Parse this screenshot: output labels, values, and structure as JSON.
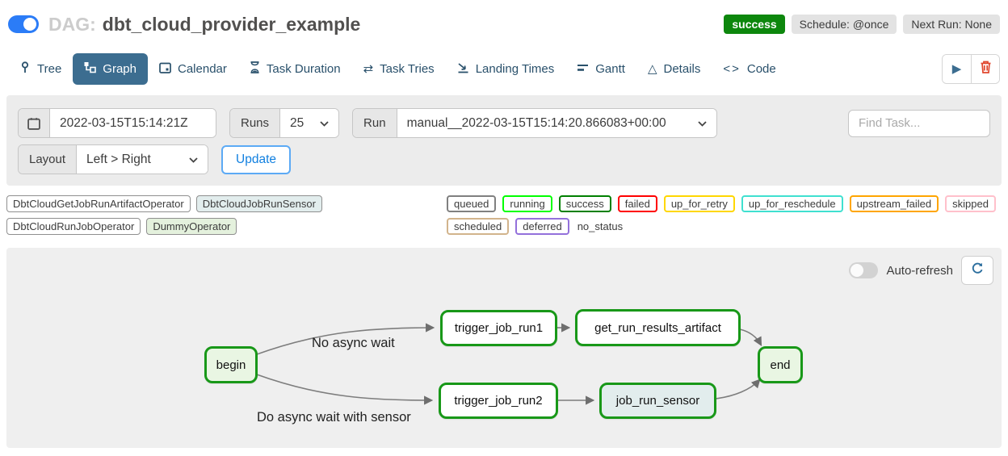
{
  "colors": {
    "accent_blue": "#2b7cf7",
    "active_tab": "#3c6d90",
    "success_green": "#0d870d",
    "node_border_green": "#189818",
    "trash_red": "#e0452c",
    "update_blue": "#1180e0"
  },
  "header": {
    "toggle_state": "on",
    "dag_label": "DAG:",
    "dag_name": "dbt_cloud_provider_example",
    "status_badge": "success",
    "schedule_badge": "Schedule: @once",
    "next_run_badge": "Next Run: None"
  },
  "tabs": [
    {
      "label": "Tree",
      "active": false
    },
    {
      "label": "Graph",
      "active": true
    },
    {
      "label": "Calendar",
      "active": false
    },
    {
      "label": "Task Duration",
      "active": false
    },
    {
      "label": "Task Tries",
      "active": false
    },
    {
      "label": "Landing Times",
      "active": false
    },
    {
      "label": "Gantt",
      "active": false
    },
    {
      "label": "Details",
      "active": false
    },
    {
      "label": "Code",
      "active": false
    }
  ],
  "icons": {
    "play": "▶",
    "task_tries": "⇄",
    "details": "△",
    "code": "<>"
  },
  "filters": {
    "date_value": "2022-03-15T15:14:21Z",
    "runs_label": "Runs",
    "runs_value": "25",
    "run_label": "Run",
    "run_value": "manual__2022-03-15T15:14:20.866083+00:00",
    "find_task_placeholder": "Find Task...",
    "layout_label": "Layout",
    "layout_value": "Left > Right",
    "update_label": "Update"
  },
  "legend": {
    "operators": [
      {
        "label": "DbtCloudGetJobRunArtifactOperator",
        "bg": "#ffffff"
      },
      {
        "label": "DbtCloudJobRunSensor",
        "bg": "#e2eded"
      },
      {
        "label": "DbtCloudRunJobOperator",
        "bg": "#ffffff"
      },
      {
        "label": "DummyOperator",
        "bg": "#e4f1dd"
      }
    ],
    "states": [
      {
        "label": "queued",
        "border": "#808080"
      },
      {
        "label": "running",
        "border": "#00ff00"
      },
      {
        "label": "success",
        "border": "#008000"
      },
      {
        "label": "failed",
        "border": "#ff0000"
      },
      {
        "label": "up_for_retry",
        "border": "#ffd700"
      },
      {
        "label": "up_for_reschedule",
        "border": "#40e0d0"
      },
      {
        "label": "upstream_failed",
        "border": "#ffa500"
      },
      {
        "label": "skipped",
        "border": "#ffc0cb"
      },
      {
        "label": "scheduled",
        "border": "#d2b48c"
      },
      {
        "label": "deferred",
        "border": "#9370db"
      },
      {
        "label": "no_status",
        "border": "transparent"
      }
    ]
  },
  "graph": {
    "auto_refresh_label": "Auto-refresh",
    "auto_refresh_state": "off",
    "nodes": [
      {
        "label": "begin",
        "fill": "#e9f6e3"
      },
      {
        "label": "trigger_job_run1",
        "fill": "#ffffff"
      },
      {
        "label": "get_run_results_artifact",
        "fill": "#ffffff"
      },
      {
        "label": "trigger_job_run2",
        "fill": "#ffffff"
      },
      {
        "label": "job_run_sensor",
        "fill": "#e2eded"
      },
      {
        "label": "end",
        "fill": "#e9f6e3"
      }
    ],
    "edges": [
      {
        "from": "begin",
        "to": "trigger_job_run1",
        "label": "No async wait"
      },
      {
        "from": "begin",
        "to": "trigger_job_run2",
        "label": "Do async wait with sensor"
      },
      {
        "from": "trigger_job_run1",
        "to": "get_run_results_artifact",
        "label": ""
      },
      {
        "from": "get_run_results_artifact",
        "to": "end",
        "label": ""
      },
      {
        "from": "trigger_job_run2",
        "to": "job_run_sensor",
        "label": ""
      },
      {
        "from": "job_run_sensor",
        "to": "end",
        "label": ""
      }
    ],
    "edge_labels": [
      {
        "text": "No async wait"
      },
      {
        "text": "Do async wait with sensor"
      }
    ]
  }
}
